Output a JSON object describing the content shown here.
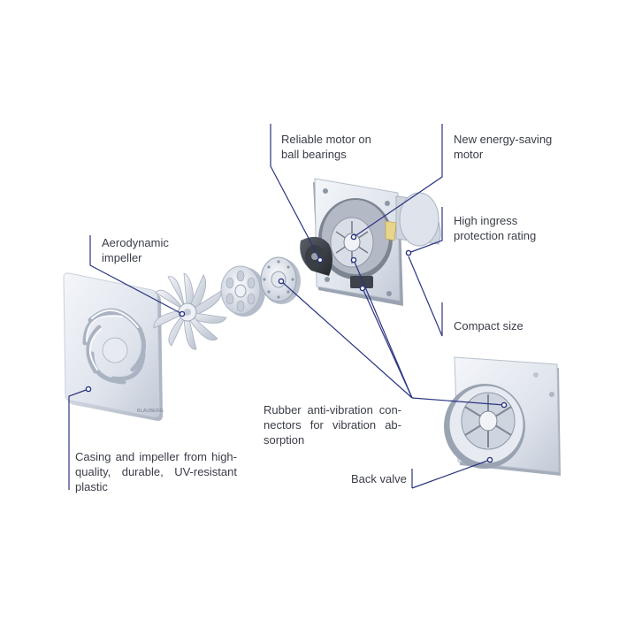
{
  "callouts": {
    "reliable_motor": [
      "Reliable motor on",
      "ball bearings"
    ],
    "energy_saving": [
      "New energy-saving",
      "motor"
    ],
    "ingress": [
      "High ingress",
      "protection rating"
    ],
    "compact": [
      "Compact size"
    ],
    "impeller": [
      "Aerodynamic",
      "impeller"
    ],
    "rubber": [
      "Rubber anti-vibration con-",
      "nectors for vibration ab-",
      "sorption"
    ],
    "back_valve": [
      "Back valve"
    ],
    "casing": [
      "Casing and impeller from high-",
      "quality, durable, UV-resistant",
      "plastic"
    ]
  },
  "logo_text": "BLAUBERG",
  "colors": {
    "leader_line": "#2b3580",
    "dot_fill": "#ffffff",
    "text": "#3a3d48"
  }
}
